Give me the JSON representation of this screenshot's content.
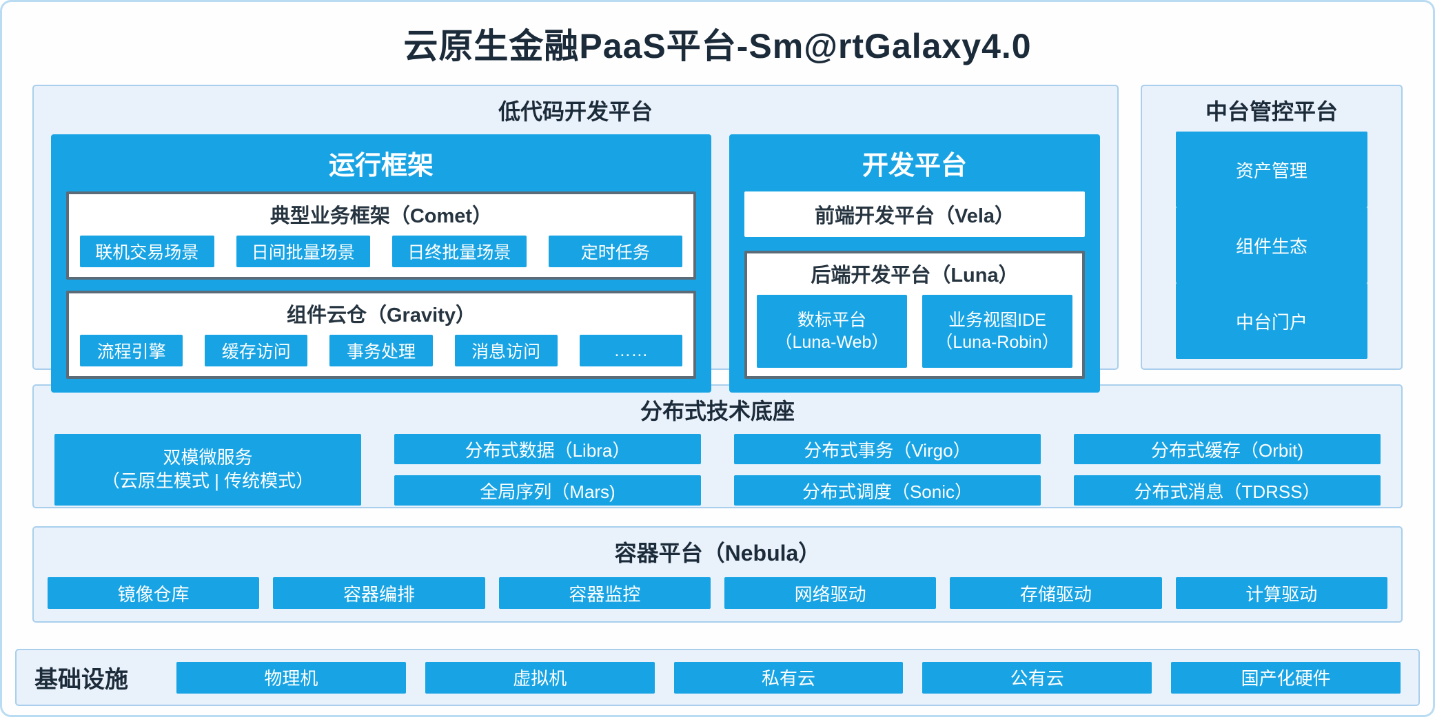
{
  "page": {
    "title": "云原生金融PaaS平台-Sm@rtGalaxy4.0"
  },
  "lowcode": {
    "title": "低代码开发平台",
    "runtime": {
      "title": "运行框架",
      "comet": {
        "title": "典型业务框架（Comet）",
        "items": [
          "联机交易场景",
          "日间批量场景",
          "日终批量场景",
          "定时任务"
        ]
      },
      "gravity": {
        "title": "组件云仓（Gravity）",
        "items": [
          "流程引擎",
          "缓存访问",
          "事务处理",
          "消息访问",
          "……"
        ]
      }
    },
    "dev": {
      "title": "开发平台",
      "vela_title": "前端开发平台（Vela）",
      "luna": {
        "title": "后端开发平台（Luna）",
        "items": [
          {
            "line1": "数标平台",
            "line2": "（Luna-Web）"
          },
          {
            "line1": "业务视图IDE",
            "line2": "（Luna-Robin）"
          }
        ]
      }
    }
  },
  "mid": {
    "title": "中台管控平台",
    "items": [
      "资产管理",
      "组件生态",
      "中台门户"
    ]
  },
  "dist": {
    "title": "分布式技术底座",
    "dual": {
      "line1": "双模微服务",
      "line2": "（云原生模式 | 传统模式）"
    },
    "row1": [
      "分布式数据（Libra）",
      "分布式事务（Virgo）",
      "分布式缓存（Orbit)"
    ],
    "row2": [
      "全局序列（Mars)",
      "分布式调度（Sonic）",
      "分布式消息（TDRSS）"
    ]
  },
  "nebula": {
    "title": "容器平台（Nebula）",
    "items": [
      "镜像仓库",
      "容器编排",
      "容器监控",
      "网络驱动",
      "存储驱动",
      "计算驱动"
    ]
  },
  "infra": {
    "title": "基础设施",
    "items": [
      "物理机",
      "虚拟机",
      "私有云",
      "公有云",
      "国产化硬件"
    ]
  },
  "colors": {
    "primary_blue": "#18a4e4",
    "panel_bg": "#e9f1fb",
    "panel_border": "#a9cfec",
    "dark_box_border": "#5b6b78",
    "title_text": "#1c2b39",
    "outer_border": "#badcf2"
  }
}
